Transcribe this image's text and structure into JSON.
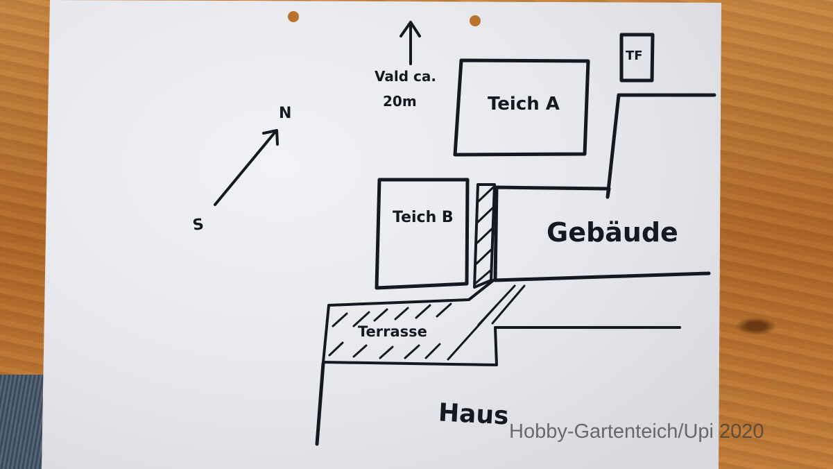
{
  "sketch": {
    "compass": {
      "north": "N",
      "south": "S"
    },
    "forest_note": {
      "line1": "Vald ca.",
      "line2": "20m"
    },
    "labels": {
      "pond_a": "Teich A",
      "pond_b": "Teich B",
      "building": "Gebäude",
      "terrace": "Terrasse",
      "house": "Haus",
      "small_box": "TF"
    }
  },
  "watermark": "Hobby-Gartenteich/Upi 2020",
  "colors": {
    "ink": "#141820",
    "paper": "#eceef2",
    "table": "#b8742e"
  }
}
